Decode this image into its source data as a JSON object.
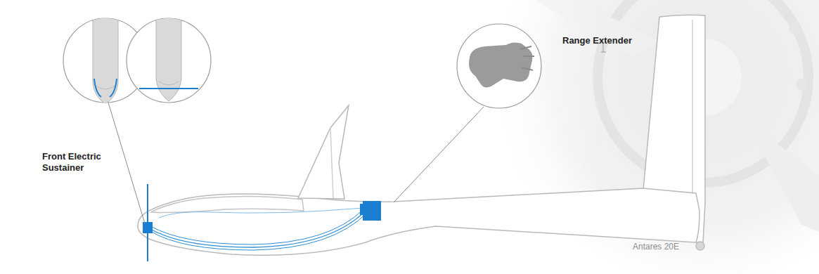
{
  "diagram": {
    "labels": [
      "Front Electric Sustainer",
      "Range Extender",
      "Antares 20E"
    ]
  }
}
